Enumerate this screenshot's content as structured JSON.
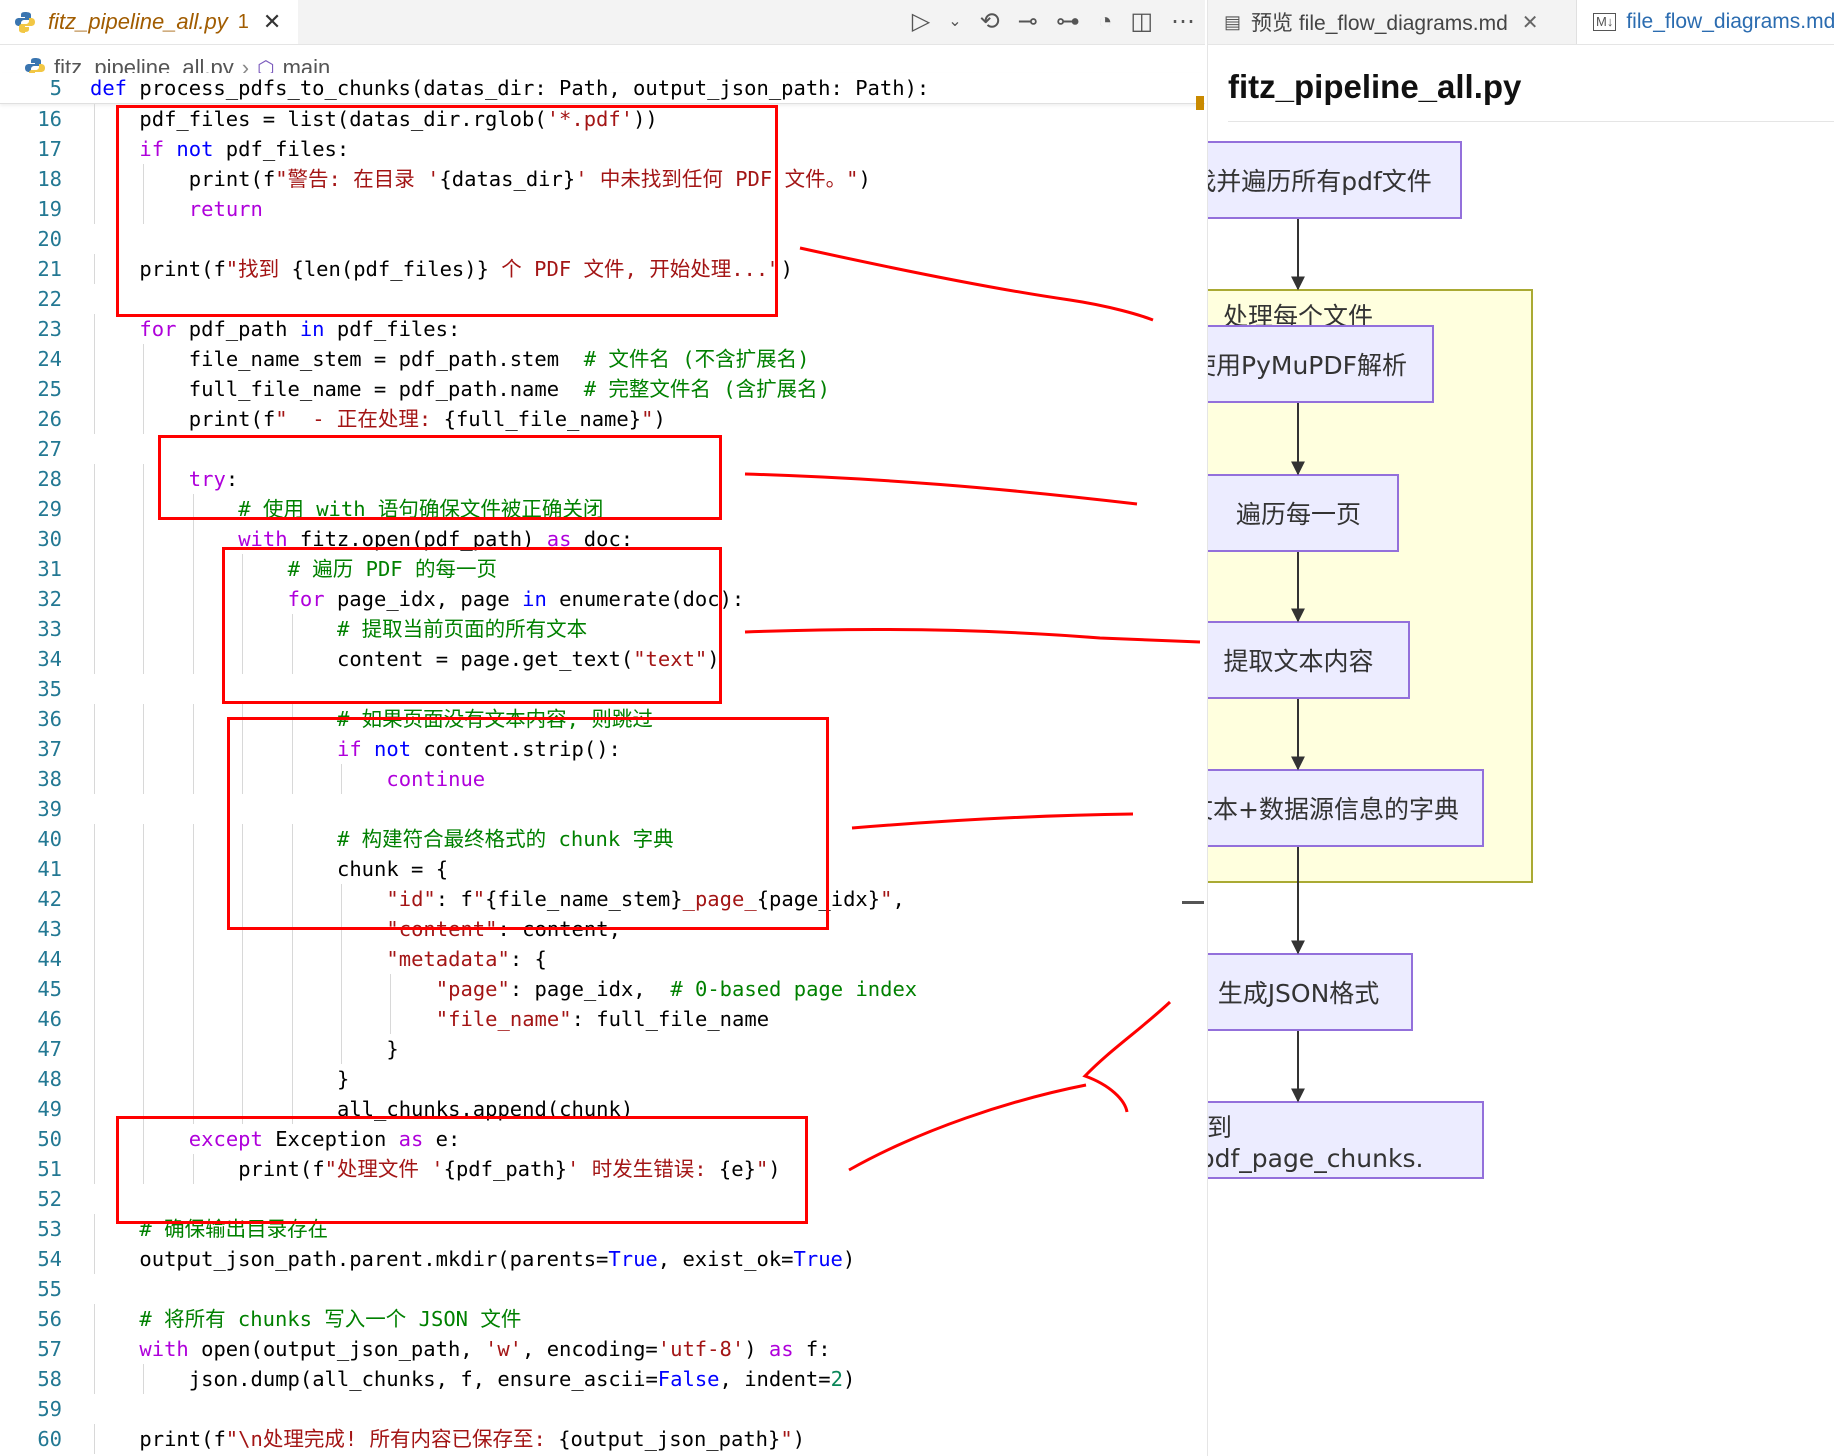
{
  "editor": {
    "tab": {
      "label": "fitz_pipeline_all.py",
      "badge": "1"
    },
    "toolbar": [
      "run-icon",
      "chevron-down-icon",
      "source-control-icon",
      "step-icon",
      "commit-icon",
      "timeline-icon",
      "split-editor-icon",
      "more-icon"
    ],
    "breadcrumb": {
      "file": "fitz_pipeline_all.py",
      "symbol": "main"
    },
    "lines": [
      {
        "n": "5",
        "sticky": true,
        "indent": 0,
        "seg": [
          [
            "kw",
            "def"
          ],
          [
            "t",
            " process_pdfs_to_chunks(datas_dir: Path, output_json_path: Path):"
          ]
        ]
      },
      {
        "n": "16",
        "indent": 1,
        "seg": [
          [
            "t",
            "pdf_files = list(datas_dir.rglob("
          ],
          [
            "st",
            "'*.pdf'"
          ],
          [
            "t",
            "))"
          ]
        ]
      },
      {
        "n": "17",
        "indent": 1,
        "seg": [
          [
            "kwc",
            "if"
          ],
          [
            "t",
            " "
          ],
          [
            "kw",
            "not"
          ],
          [
            "t",
            " pdf_files:"
          ]
        ]
      },
      {
        "n": "18",
        "indent": 2,
        "seg": [
          [
            "t",
            "print(f"
          ],
          [
            "st",
            "\"警告: 在目录 '"
          ],
          [
            "t",
            "{datas_dir}"
          ],
          [
            "st",
            "' 中未找到任何 PDF 文件。\""
          ],
          [
            "t",
            ")"
          ]
        ]
      },
      {
        "n": "19",
        "indent": 2,
        "seg": [
          [
            "kwc",
            "return"
          ]
        ]
      },
      {
        "n": "20",
        "indent": 0,
        "seg": []
      },
      {
        "n": "21",
        "indent": 1,
        "seg": [
          [
            "t",
            "print(f"
          ],
          [
            "st",
            "\"找到 "
          ],
          [
            "t",
            "{len(pdf_files)}"
          ],
          [
            "st",
            " 个 PDF 文件, 开始处理...\""
          ],
          [
            "t",
            ")"
          ]
        ]
      },
      {
        "n": "22",
        "indent": 0,
        "seg": []
      },
      {
        "n": "23",
        "indent": 1,
        "seg": [
          [
            "kwc",
            "for"
          ],
          [
            "t",
            " pdf_path "
          ],
          [
            "kw",
            "in"
          ],
          [
            "t",
            " pdf_files:"
          ]
        ]
      },
      {
        "n": "24",
        "indent": 2,
        "seg": [
          [
            "t",
            "file_name_stem = pdf_path.stem  "
          ],
          [
            "cm",
            "# 文件名 (不含扩展名)"
          ]
        ]
      },
      {
        "n": "25",
        "indent": 2,
        "seg": [
          [
            "t",
            "full_file_name = pdf_path.name  "
          ],
          [
            "cm",
            "# 完整文件名 (含扩展名)"
          ]
        ]
      },
      {
        "n": "26",
        "indent": 2,
        "seg": [
          [
            "t",
            "print(f"
          ],
          [
            "st",
            "\"  - 正在处理: "
          ],
          [
            "t",
            "{full_file_name}"
          ],
          [
            "st",
            "\""
          ],
          [
            "t",
            ")"
          ]
        ]
      },
      {
        "n": "27",
        "indent": 0,
        "seg": []
      },
      {
        "n": "28",
        "indent": 2,
        "seg": [
          [
            "kwc",
            "try"
          ],
          [
            "t",
            ":"
          ]
        ]
      },
      {
        "n": "29",
        "indent": 3,
        "seg": [
          [
            "cm",
            "# 使用 with 语句确保文件被正确关闭"
          ]
        ]
      },
      {
        "n": "30",
        "indent": 3,
        "seg": [
          [
            "kwc",
            "with"
          ],
          [
            "t",
            " fitz.open(pdf_path) "
          ],
          [
            "kwc",
            "as"
          ],
          [
            "t",
            " doc:"
          ]
        ]
      },
      {
        "n": "31",
        "indent": 4,
        "seg": [
          [
            "cm",
            "# 遍历 PDF 的每一页"
          ]
        ]
      },
      {
        "n": "32",
        "indent": 4,
        "seg": [
          [
            "kwc",
            "for"
          ],
          [
            "t",
            " page_idx, page "
          ],
          [
            "kw",
            "in"
          ],
          [
            "t",
            " enumerate(doc):"
          ]
        ]
      },
      {
        "n": "33",
        "indent": 5,
        "seg": [
          [
            "cm",
            "# 提取当前页面的所有文本"
          ]
        ]
      },
      {
        "n": "34",
        "indent": 5,
        "seg": [
          [
            "t",
            "content = page.get_text("
          ],
          [
            "st",
            "\"text\""
          ],
          [
            "t",
            ")"
          ]
        ]
      },
      {
        "n": "35",
        "indent": 0,
        "seg": []
      },
      {
        "n": "36",
        "indent": 5,
        "seg": [
          [
            "cm",
            "# 如果页面没有文本内容, 则跳过"
          ]
        ]
      },
      {
        "n": "37",
        "indent": 5,
        "seg": [
          [
            "kwc",
            "if"
          ],
          [
            "t",
            " "
          ],
          [
            "kw",
            "not"
          ],
          [
            "t",
            " content.strip():"
          ]
        ]
      },
      {
        "n": "38",
        "indent": 6,
        "seg": [
          [
            "kwc",
            "continue"
          ]
        ]
      },
      {
        "n": "39",
        "indent": 0,
        "seg": []
      },
      {
        "n": "40",
        "indent": 5,
        "seg": [
          [
            "cm",
            "# 构建符合最终格式的 chunk 字典"
          ]
        ]
      },
      {
        "n": "41",
        "indent": 5,
        "seg": [
          [
            "t",
            "chunk = {"
          ]
        ]
      },
      {
        "n": "42",
        "indent": 6,
        "seg": [
          [
            "st",
            "\"id\""
          ],
          [
            "t",
            ": f"
          ],
          [
            "st",
            "\""
          ],
          [
            "t",
            "{file_name_stem}"
          ],
          [
            "st",
            "_page_"
          ],
          [
            "t",
            "{page_idx}"
          ],
          [
            "st",
            "\""
          ],
          [
            "t",
            ","
          ]
        ]
      },
      {
        "n": "43",
        "indent": 6,
        "seg": [
          [
            "st",
            "\"content\""
          ],
          [
            "t",
            ": content,"
          ]
        ]
      },
      {
        "n": "44",
        "indent": 6,
        "seg": [
          [
            "st",
            "\"metadata\""
          ],
          [
            "t",
            ": {"
          ]
        ]
      },
      {
        "n": "45",
        "indent": 7,
        "seg": [
          [
            "st",
            "\"page\""
          ],
          [
            "t",
            ": page_idx,  "
          ],
          [
            "cm",
            "# 0-based page index"
          ]
        ]
      },
      {
        "n": "46",
        "indent": 7,
        "seg": [
          [
            "st",
            "\"file_name\""
          ],
          [
            "t",
            ": full_file_name"
          ]
        ]
      },
      {
        "n": "47",
        "indent": 6,
        "seg": [
          [
            "t",
            "}"
          ]
        ]
      },
      {
        "n": "48",
        "indent": 5,
        "seg": [
          [
            "t",
            "}"
          ]
        ]
      },
      {
        "n": "49",
        "indent": 5,
        "seg": [
          [
            "t",
            "all_chunks.append(chunk)"
          ]
        ]
      },
      {
        "n": "50",
        "indent": 2,
        "seg": [
          [
            "kwc",
            "except"
          ],
          [
            "t",
            " Exception "
          ],
          [
            "kwc",
            "as"
          ],
          [
            "t",
            " e:"
          ]
        ]
      },
      {
        "n": "51",
        "indent": 3,
        "seg": [
          [
            "t",
            "print(f"
          ],
          [
            "st",
            "\"处理文件 '"
          ],
          [
            "t",
            "{pdf_path}"
          ],
          [
            "st",
            "' 时发生错误: "
          ],
          [
            "t",
            "{e}"
          ],
          [
            "st",
            "\""
          ],
          [
            "t",
            ")"
          ]
        ]
      },
      {
        "n": "52",
        "indent": 0,
        "seg": []
      },
      {
        "n": "53",
        "indent": 1,
        "seg": [
          [
            "cm",
            "# 确保输出目录存在"
          ]
        ]
      },
      {
        "n": "54",
        "indent": 1,
        "seg": [
          [
            "t",
            "output_json_path.parent.mkdir(parents="
          ],
          [
            "kw",
            "True"
          ],
          [
            "t",
            ", exist_ok="
          ],
          [
            "kw",
            "True"
          ],
          [
            "t",
            ")"
          ]
        ]
      },
      {
        "n": "55",
        "indent": 0,
        "seg": []
      },
      {
        "n": "56",
        "indent": 1,
        "seg": [
          [
            "cm",
            "# 将所有 chunks 写入一个 JSON 文件"
          ]
        ]
      },
      {
        "n": "57",
        "indent": 1,
        "seg": [
          [
            "kwc",
            "with"
          ],
          [
            "t",
            " open(output_json_path, "
          ],
          [
            "st",
            "'w'"
          ],
          [
            "t",
            ", encoding="
          ],
          [
            "st",
            "'utf-8'"
          ],
          [
            "t",
            ") "
          ],
          [
            "kwc",
            "as"
          ],
          [
            "t",
            " f:"
          ]
        ]
      },
      {
        "n": "58",
        "indent": 2,
        "seg": [
          [
            "t",
            "json.dump(all_chunks, f, ensure_ascii="
          ],
          [
            "kw",
            "False"
          ],
          [
            "t",
            ", indent="
          ],
          [
            "num",
            "2"
          ],
          [
            "t",
            ")"
          ]
        ]
      },
      {
        "n": "59",
        "indent": 0,
        "seg": []
      },
      {
        "n": "60",
        "indent": 1,
        "seg": [
          [
            "t",
            "print(f"
          ],
          [
            "st",
            "\"\\n处理完成! 所有内容已保存至: "
          ],
          [
            "t",
            "{output_json_path}"
          ],
          [
            "st",
            "\""
          ],
          [
            "t",
            ")"
          ]
        ]
      }
    ]
  },
  "preview": {
    "tab1": {
      "label": "预览 file_flow_diagrams.md"
    },
    "tab2": {
      "label": "file_flow_diagrams.md"
    },
    "doc_title": "fitz_pipeline_all.py",
    "cluster_label": "处理每个文件",
    "nodes": {
      "find": "查找并遍历所有pdf文件",
      "parse": "使用PyMuPDF解析",
      "pages": "遍历每一页",
      "extract": "提取文本内容",
      "build": "构建文本+数据源信息的字典",
      "json": "生成JSON格式",
      "save": "保存到all_pdf_page_chunks."
    }
  },
  "colors": {
    "annotation": "#ff0000",
    "node_fill": "#ECECFF",
    "node_border": "#9370DB",
    "cluster_fill": "#ffffde"
  }
}
